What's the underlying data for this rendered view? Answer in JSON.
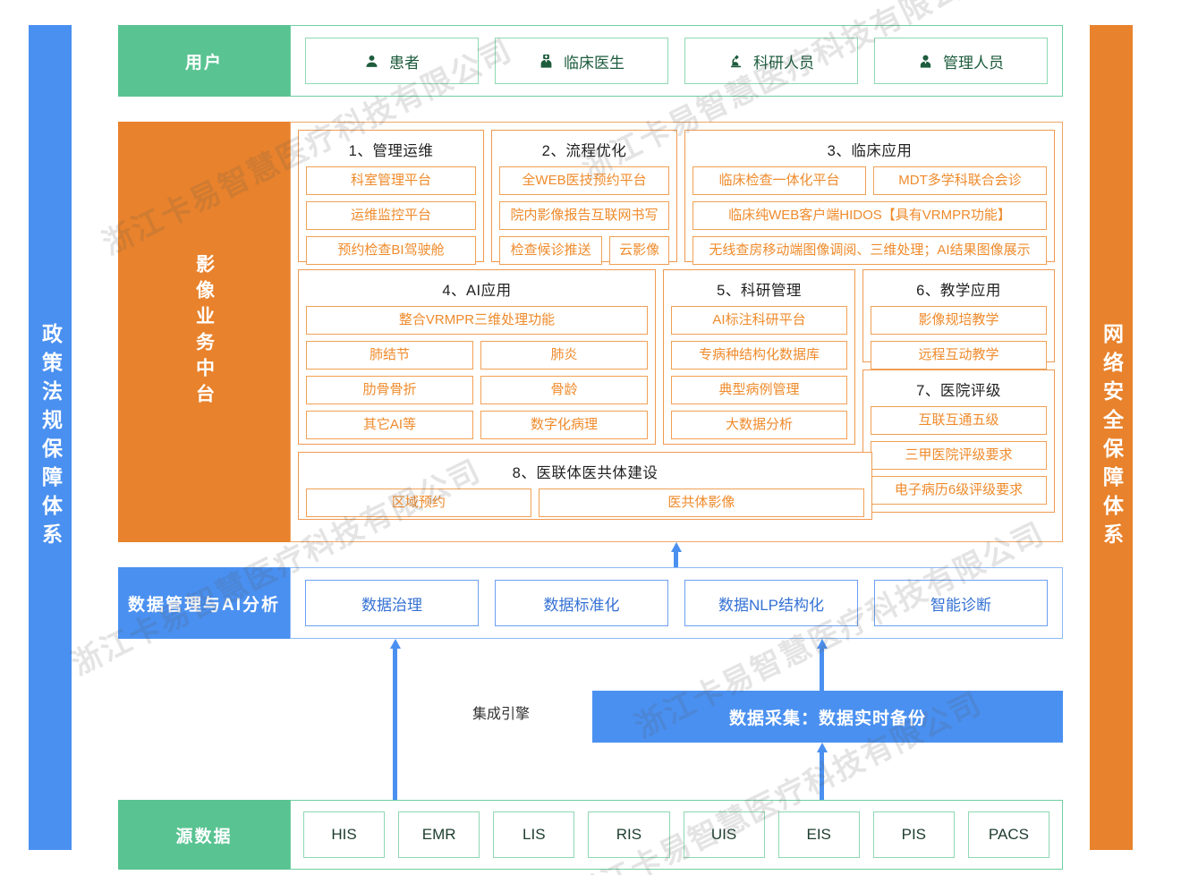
{
  "watermark": {
    "text": "浙江卡易智慧医疗科技有限公司"
  },
  "colors": {
    "blue": "#4a90f0",
    "orange": "#e8822c",
    "green": "#59c392",
    "orange_text": "#ef8b2c",
    "blue_text": "#3471d4"
  },
  "left_bar": {
    "label": "政策法规保障体系"
  },
  "right_bar": {
    "label": "网络安全保障体系"
  },
  "users": {
    "label": "用户",
    "items": [
      {
        "icon": "patient-icon",
        "label": "患者"
      },
      {
        "icon": "doctor-icon",
        "label": "临床医生"
      },
      {
        "icon": "microscope-icon",
        "label": "科研人员"
      },
      {
        "icon": "manager-icon",
        "label": "管理人员"
      }
    ]
  },
  "platform": {
    "label": "影像业务中台",
    "groups": [
      {
        "title": "1、管理运维",
        "rows": [
          [
            "科室管理平台"
          ],
          [
            "运维监控平台"
          ],
          [
            "预约检查BI驾驶舱"
          ]
        ]
      },
      {
        "title": "2、流程优化",
        "rows": [
          [
            "全WEB医技预约平台"
          ],
          [
            "院内影像报告互联网书写"
          ],
          [
            "检查候诊推送",
            "云影像"
          ]
        ]
      },
      {
        "title": "3、临床应用",
        "rows": [
          [
            "临床检查一体化平台",
            "MDT多学科联合会诊"
          ],
          [
            "临床纯WEB客户端HIDOS【具有VRMPR功能】"
          ],
          [
            "无线查房移动端图像调阅、三维处理；AI结果图像展示"
          ]
        ]
      },
      {
        "title": "4、AI应用",
        "rows": [
          [
            "整合VRMPR三维处理功能"
          ],
          [
            "肺结节",
            "肺炎"
          ],
          [
            "肋骨骨折",
            "骨龄"
          ],
          [
            "其它AI等",
            "数字化病理"
          ]
        ]
      },
      {
        "title": "5、科研管理",
        "rows": [
          [
            "AI标注科研平台"
          ],
          [
            "专病种结构化数据库"
          ],
          [
            "典型病例管理"
          ],
          [
            "大数据分析"
          ]
        ]
      },
      {
        "title": "6、教学应用",
        "rows": [
          [
            "影像规培教学"
          ],
          [
            "远程互动教学"
          ]
        ]
      },
      {
        "title": "7、医院评级",
        "rows": [
          [
            "互联互通五级"
          ],
          [
            "三甲医院评级要求"
          ],
          [
            "电子病历6级评级要求"
          ]
        ]
      },
      {
        "title": "8、医联体医共体建设",
        "rows": [
          [
            "区域预约",
            "医共体影像"
          ]
        ]
      }
    ]
  },
  "data_mgmt": {
    "label": "数据管理与AI分析",
    "items": [
      "数据治理",
      "数据标准化",
      "数据NLP结构化",
      "智能诊断"
    ]
  },
  "middle": {
    "engine_label": "集成引擎",
    "collection_label": "数据采集：数据实时备份"
  },
  "source": {
    "label": "源数据",
    "items": [
      "HIS",
      "EMR",
      "LIS",
      "RIS",
      "UIS",
      "EIS",
      "PIS",
      "PACS"
    ]
  }
}
